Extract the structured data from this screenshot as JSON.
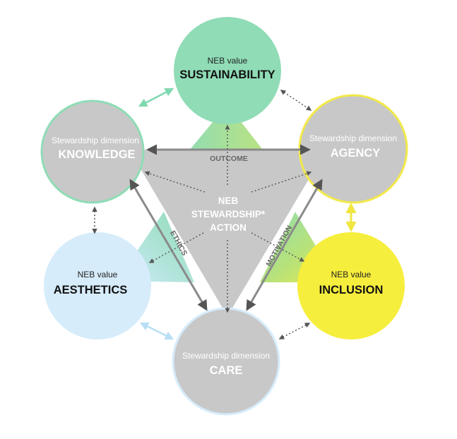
{
  "nodes": {
    "sustainability": {
      "kind": "NEB value",
      "name": "SUSTAINABILITY",
      "fill": "#8fdcb6",
      "stroke": "#8fdcb6"
    },
    "knowledge": {
      "kind": "Stewardship dimension",
      "name": "KNOWLEDGE",
      "fill": "#c8c8c8",
      "stroke": "#8fdcb6"
    },
    "agency": {
      "kind": "Stewardship dimension",
      "name": "AGENCY",
      "fill": "#c8c8c8",
      "stroke": "#f2e94a"
    },
    "aesthetics": {
      "kind": "NEB value",
      "name": "AESTHETICS",
      "fill": "#d6ecfb",
      "stroke": "#d6ecfb"
    },
    "inclusion": {
      "kind": "NEB value",
      "name": "INCLUSION",
      "fill": "#f6ee3c",
      "stroke": "#f6ee3c"
    },
    "care": {
      "kind": "Stewardship dimension",
      "name": "CARE",
      "fill": "#c8c8c8",
      "stroke": "#d6ecfb"
    }
  },
  "center": {
    "line1": "NEB",
    "line2": "STEWARDSHIP*",
    "line3": "ACTION"
  },
  "edges": {
    "top": "OUTCOME",
    "left": "ETHICS",
    "right": "MOTIVATION"
  },
  "colors": {
    "triangle": "#c8c8c8",
    "arrow_dark": "#555555",
    "arrow_green": "#7fd8b0",
    "arrow_yellow": "#f0e640",
    "arrow_blue": "#b9dff5"
  }
}
